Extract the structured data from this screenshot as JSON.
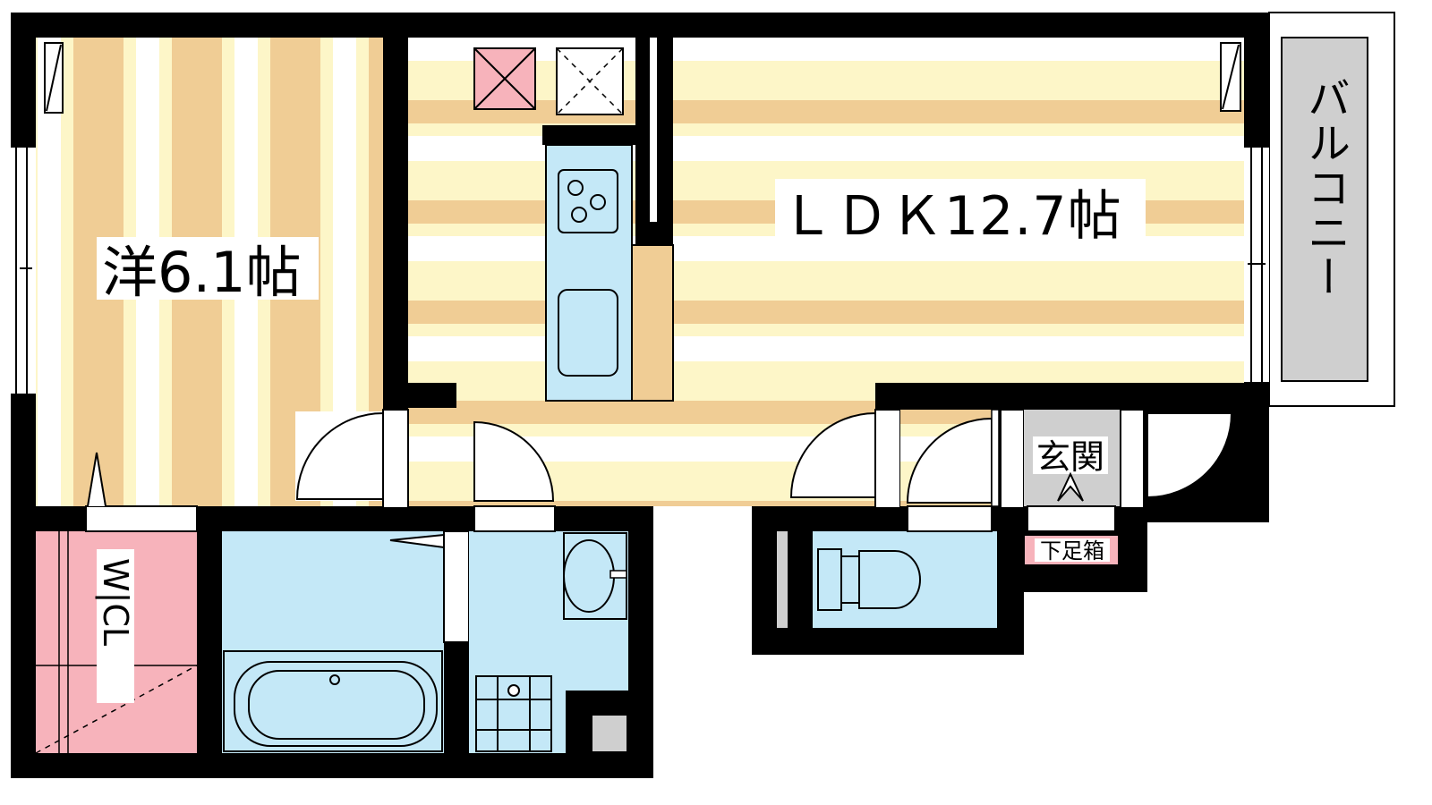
{
  "rooms": {
    "western": {
      "label": "洋6.1帖"
    },
    "ldk": {
      "label": "ＬＤＫ12.7帖"
    },
    "balcony": {
      "label": "バルコニー"
    },
    "genkan": {
      "label": "玄関"
    },
    "shoebox": {
      "label": "下足箱"
    },
    "wcl": {
      "label": "W|CL"
    }
  },
  "colors": {
    "wall": "#000000",
    "floor_stripe_tan": "#f0cd95",
    "floor_stripe_cream": "#fdf6c8",
    "floor_stripe_white": "#ffffff",
    "wet_area_blue": "#c4e8f7",
    "closet_pink": "#f7b3bb",
    "balcony_gray": "#cfcfcf",
    "counter_tan": "#f0cd95"
  }
}
